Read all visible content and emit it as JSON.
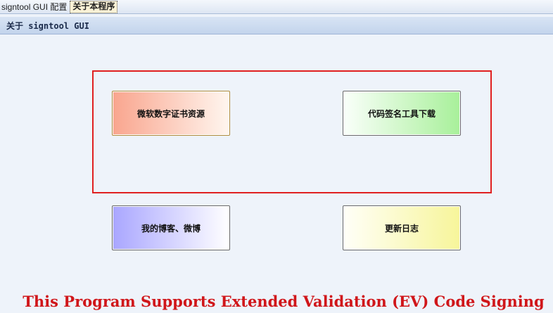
{
  "tabs": [
    {
      "label": "signtool GUI 配置"
    },
    {
      "label": "关于本程序",
      "active": true
    }
  ],
  "header": {
    "title": "关于 signtool GUI"
  },
  "buttons": {
    "ms_cert": "微软数字证书资源",
    "code_sign_tool": "代码签名工具下载",
    "blog": "我的博客、微博",
    "changelog": "更新日志"
  },
  "footer": "This Program Supports Extended Validation (EV) Code Signing",
  "colors": {
    "highlight_border": "#e02020",
    "footer_text": "#d0161a"
  }
}
